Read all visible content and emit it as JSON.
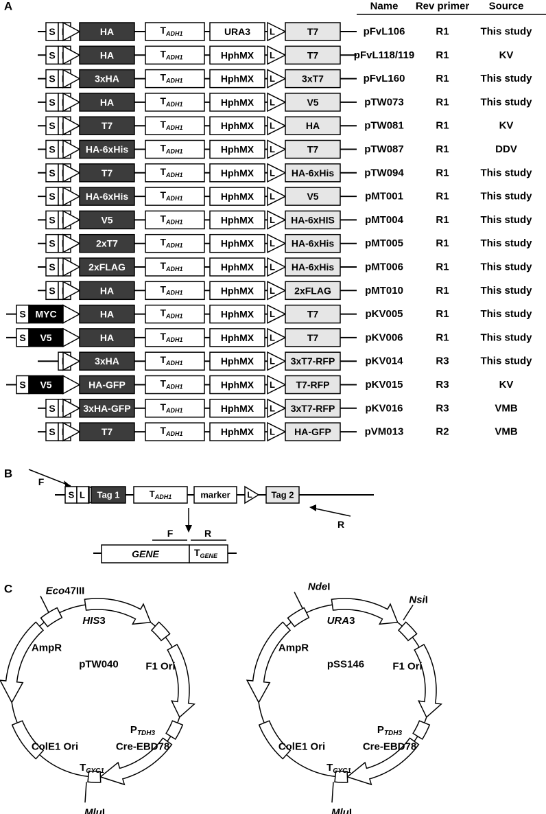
{
  "panels": {
    "a": "A",
    "b": "B",
    "c": "C"
  },
  "table_header": {
    "name": "Name",
    "rev_primer": "Rev primer",
    "source": "Source"
  },
  "colors": {
    "tag1": "#3c3c3c",
    "tag2": "#e6e6e6",
    "n_tag": "#000000",
    "line": "#000000"
  },
  "labels": {
    "s": "S",
    "l": "L",
    "t_main": "T",
    "t_sub": "ADH1"
  },
  "rows": [
    {
      "tag1": "HA",
      "marker": "URA3",
      "tag2": "T7",
      "name": "pFvL106",
      "primer": "R1",
      "source": "This study"
    },
    {
      "tag1": "HA",
      "marker": "HphMX",
      "tag2": "T7",
      "name": "pFvL118/119",
      "primer": "R1",
      "source": "KV"
    },
    {
      "tag1": "3xHA",
      "marker": "HphMX",
      "tag2": "3xT7",
      "name": "pFvL160",
      "primer": "R1",
      "source": "This study"
    },
    {
      "tag1": "HA",
      "marker": "HphMX",
      "tag2": "V5",
      "name": "pTW073",
      "primer": "R1",
      "source": "This study"
    },
    {
      "tag1": "T7",
      "marker": "HphMX",
      "tag2": "HA",
      "name": "pTW081",
      "primer": "R1",
      "source": "KV"
    },
    {
      "tag1": "HA-6xHis",
      "marker": "HphMX",
      "tag2": "T7",
      "name": "pTW087",
      "primer": "R1",
      "source": "DDV"
    },
    {
      "tag1": "T7",
      "marker": "HphMX",
      "tag2": "HA-6xHis",
      "name": "pTW094",
      "primer": "R1",
      "source": "This study"
    },
    {
      "tag1": "HA-6xHis",
      "marker": "HphMX",
      "tag2": "V5",
      "name": "pMT001",
      "primer": "R1",
      "source": "This study"
    },
    {
      "tag1": "V5",
      "marker": "HphMX",
      "tag2": "HA-6xHIS",
      "name": "pMT004",
      "primer": "R1",
      "source": "This study"
    },
    {
      "tag1": "2xT7",
      "marker": "HphMX",
      "tag2": "HA-6xHis",
      "name": "pMT005",
      "primer": "R1",
      "source": "This study"
    },
    {
      "tag1": "2xFLAG",
      "marker": "HphMX",
      "tag2": "HA-6xHis",
      "name": "pMT006",
      "primer": "R1",
      "source": "This study"
    },
    {
      "tag1": "HA",
      "marker": "HphMX",
      "tag2": "2xFLAG",
      "name": "pMT010",
      "primer": "R1",
      "source": "This study"
    },
    {
      "ntag": "MYC",
      "tag1": "HA",
      "marker": "HphMX",
      "tag2": "T7",
      "name": "pKV005",
      "primer": "R1",
      "source": "This study"
    },
    {
      "ntag": "V5",
      "tag1": "HA",
      "marker": "HphMX",
      "tag2": "T7",
      "name": "pKV006",
      "primer": "R1",
      "source": "This study"
    },
    {
      "nos": true,
      "tag1": "3xHA",
      "marker": "HphMX",
      "tag2": "3xT7-RFP",
      "name": "pKV014",
      "primer": "R3",
      "source": "This study"
    },
    {
      "ntag": "V5",
      "tag1": "HA-GFP",
      "marker": "HphMX",
      "tag2": "T7-RFP",
      "name": "pKV015",
      "primer": "R3",
      "source": "KV"
    },
    {
      "tag1": "3xHA-GFP",
      "marker": "HphMX",
      "tag2": "3xT7-RFP",
      "name": "pKV016",
      "primer": "R3",
      "source": "VMB"
    },
    {
      "tag1": "T7",
      "marker": "HphMX",
      "tag2": "HA-GFP",
      "name": "pVM013",
      "primer": "R2",
      "source": "VMB"
    }
  ],
  "panel_b": {
    "tag1": "Tag 1",
    "marker": "marker",
    "tag2": "Tag 2",
    "f": "F",
    "r": "R",
    "gene": "GENE",
    "t_gene_main": "T",
    "t_gene_sub": "GENE"
  },
  "panel_c": [
    {
      "name": "pTW040",
      "marker": "HIS3",
      "marker_italic": "HIS",
      "marker_rest": "3",
      "site1_it": "Eco",
      "site1_rest": "47III",
      "site2_it": "",
      "site2_rest": "",
      "amp": "AmpR",
      "f1": "F1 Ori",
      "ptdh": "P",
      "ptdh_sub": "TDH3",
      "cre": "Cre-EBD78",
      "cole1": "ColE1 Ori",
      "tcyc": "T",
      "tcyc_sub": "CYC1",
      "mlu_it": "Mlu",
      "mlu_rest": "I"
    },
    {
      "name": "pSS146",
      "marker": "URA3",
      "marker_italic": "URA",
      "marker_rest": "3",
      "site1_it": "Nde",
      "site1_rest": "I",
      "site2_it": "Nsi",
      "site2_rest": "I",
      "amp": "AmpR",
      "f1": "F1 Ori",
      "ptdh": "P",
      "ptdh_sub": "TDH3",
      "cre": "Cre-EBD78",
      "cole1": "ColE1 Ori",
      "tcyc": "T",
      "tcyc_sub": "CYC1",
      "mlu_it": "Mlu",
      "mlu_rest": "I"
    }
  ]
}
